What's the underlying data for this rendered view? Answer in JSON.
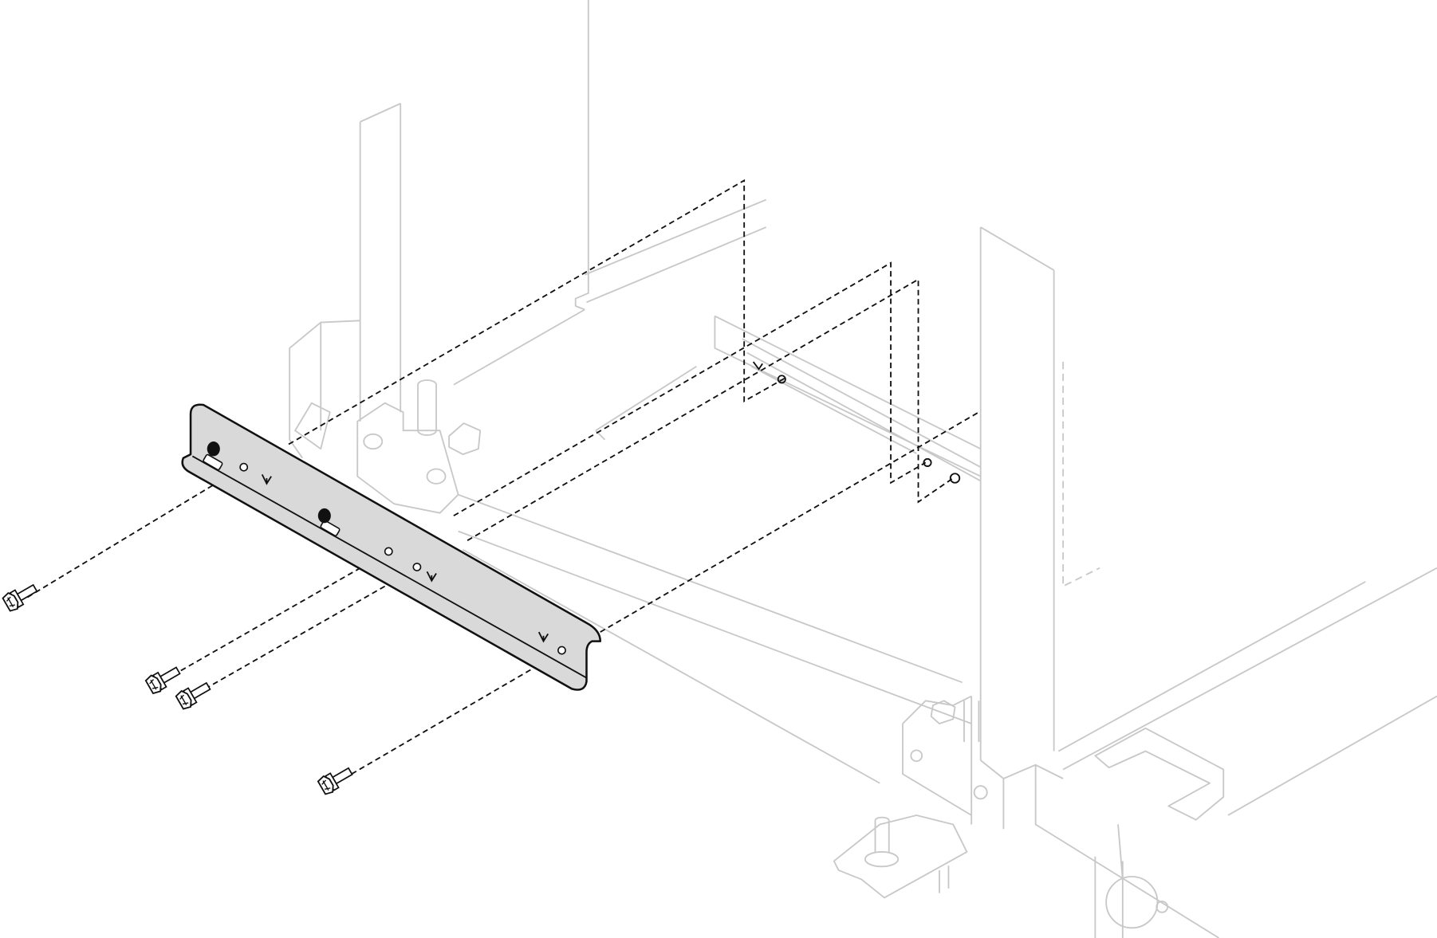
{
  "diagram": {
    "type": "exploded-assembly-illustration",
    "colors": {
      "bracket_fill": "#d9d9d9",
      "line_ink": "#111111",
      "rack_outline": "#c8c8c8",
      "background": "#ffffff"
    },
    "parts": {
      "bracket": "mounting-bracket",
      "screw_count": 4,
      "rack": "rack-frame"
    },
    "icons": [
      "screw-icon",
      "arrow-down-icon"
    ]
  }
}
